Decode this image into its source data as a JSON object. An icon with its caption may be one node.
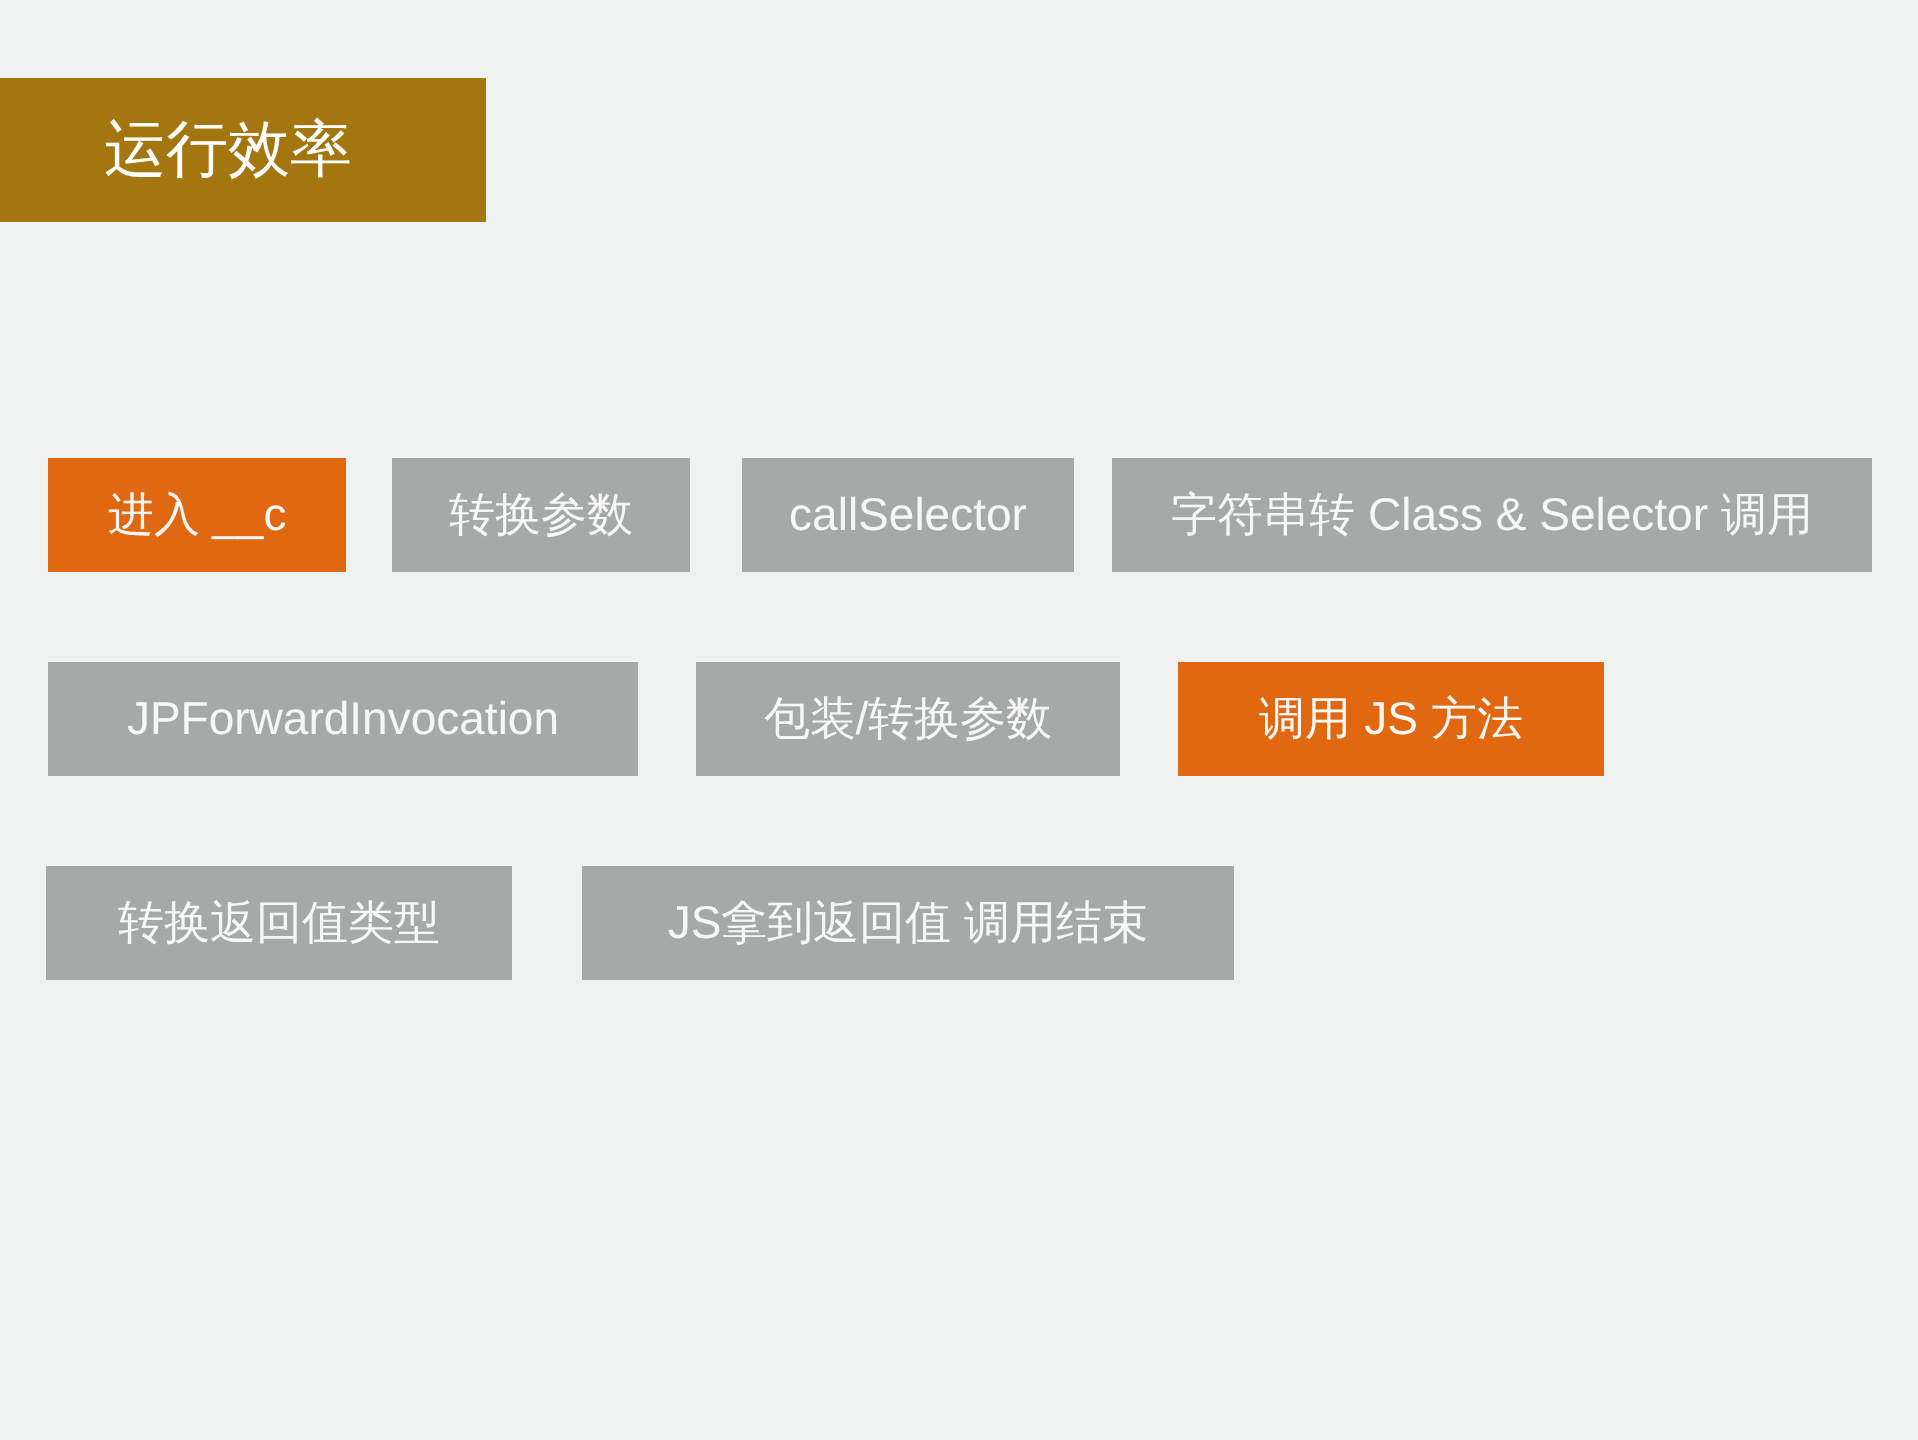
{
  "diagram": {
    "title": "运行效率",
    "nodes": [
      {
        "text": [
          "进入 __c"
        ]
      },
      {
        "text": [
          "转换参数"
        ]
      },
      {
        "text": [
          "callSelector"
        ]
      },
      {
        "text": [
          "字符串转 Class & Selector 调用"
        ]
      },
      {
        "text": [
          "JPForwardInvocation"
        ]
      },
      {
        "text": [
          "包装/转换参数"
        ]
      },
      {
        "text": [
          "调用 JS 方法"
        ]
      },
      {
        "text": [
          "转换返回值类型"
        ]
      },
      {
        "text": [
          "JS拿到返回值 调用结束"
        ]
      }
    ]
  }
}
